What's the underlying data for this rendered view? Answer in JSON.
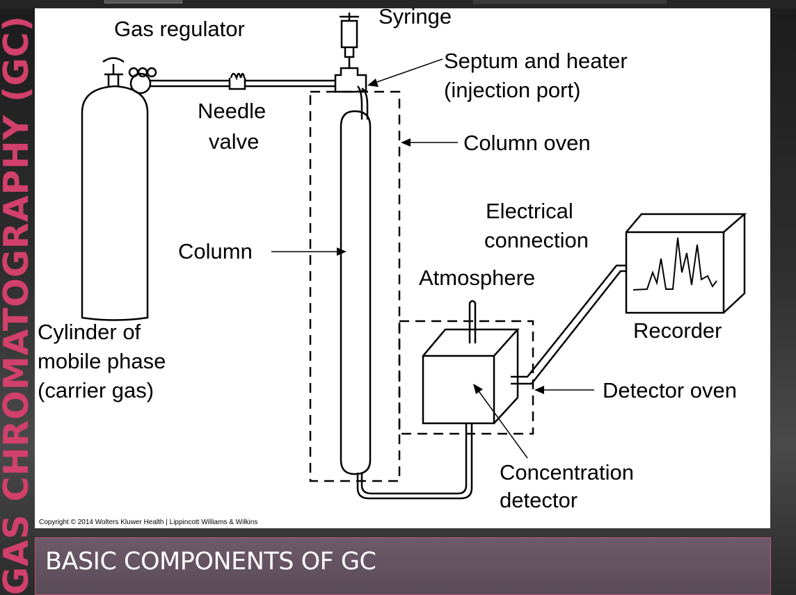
{
  "slide": {
    "side_title": "GAS CHROMATOGRAPHY (GC)",
    "caption": "BASIC COMPONENTS OF GC",
    "accent_color": "#d1416b"
  },
  "diagram": {
    "labels": {
      "gas_regulator": "Gas regulator",
      "syringe": "Syringe",
      "septum_line1": "Septum and heater",
      "septum_line2": "(injection port)",
      "needle_line1": "Needle",
      "needle_line2": "valve",
      "column_oven": "Column oven",
      "electrical_line1": "Electrical",
      "electrical_line2": "connection",
      "column": "Column",
      "atmosphere": "Atmosphere",
      "cylinder_line1": "Cylinder of",
      "cylinder_line2": "mobile phase",
      "cylinder_line3": "(carrier gas)",
      "recorder": "Recorder",
      "detector_oven": "Detector oven",
      "concentration_line1": "Concentration",
      "concentration_line2": "detector"
    },
    "copyright": "Copyright © 2014 Wolters Kluwer Health | Lippincott Williams & Wilkins"
  }
}
